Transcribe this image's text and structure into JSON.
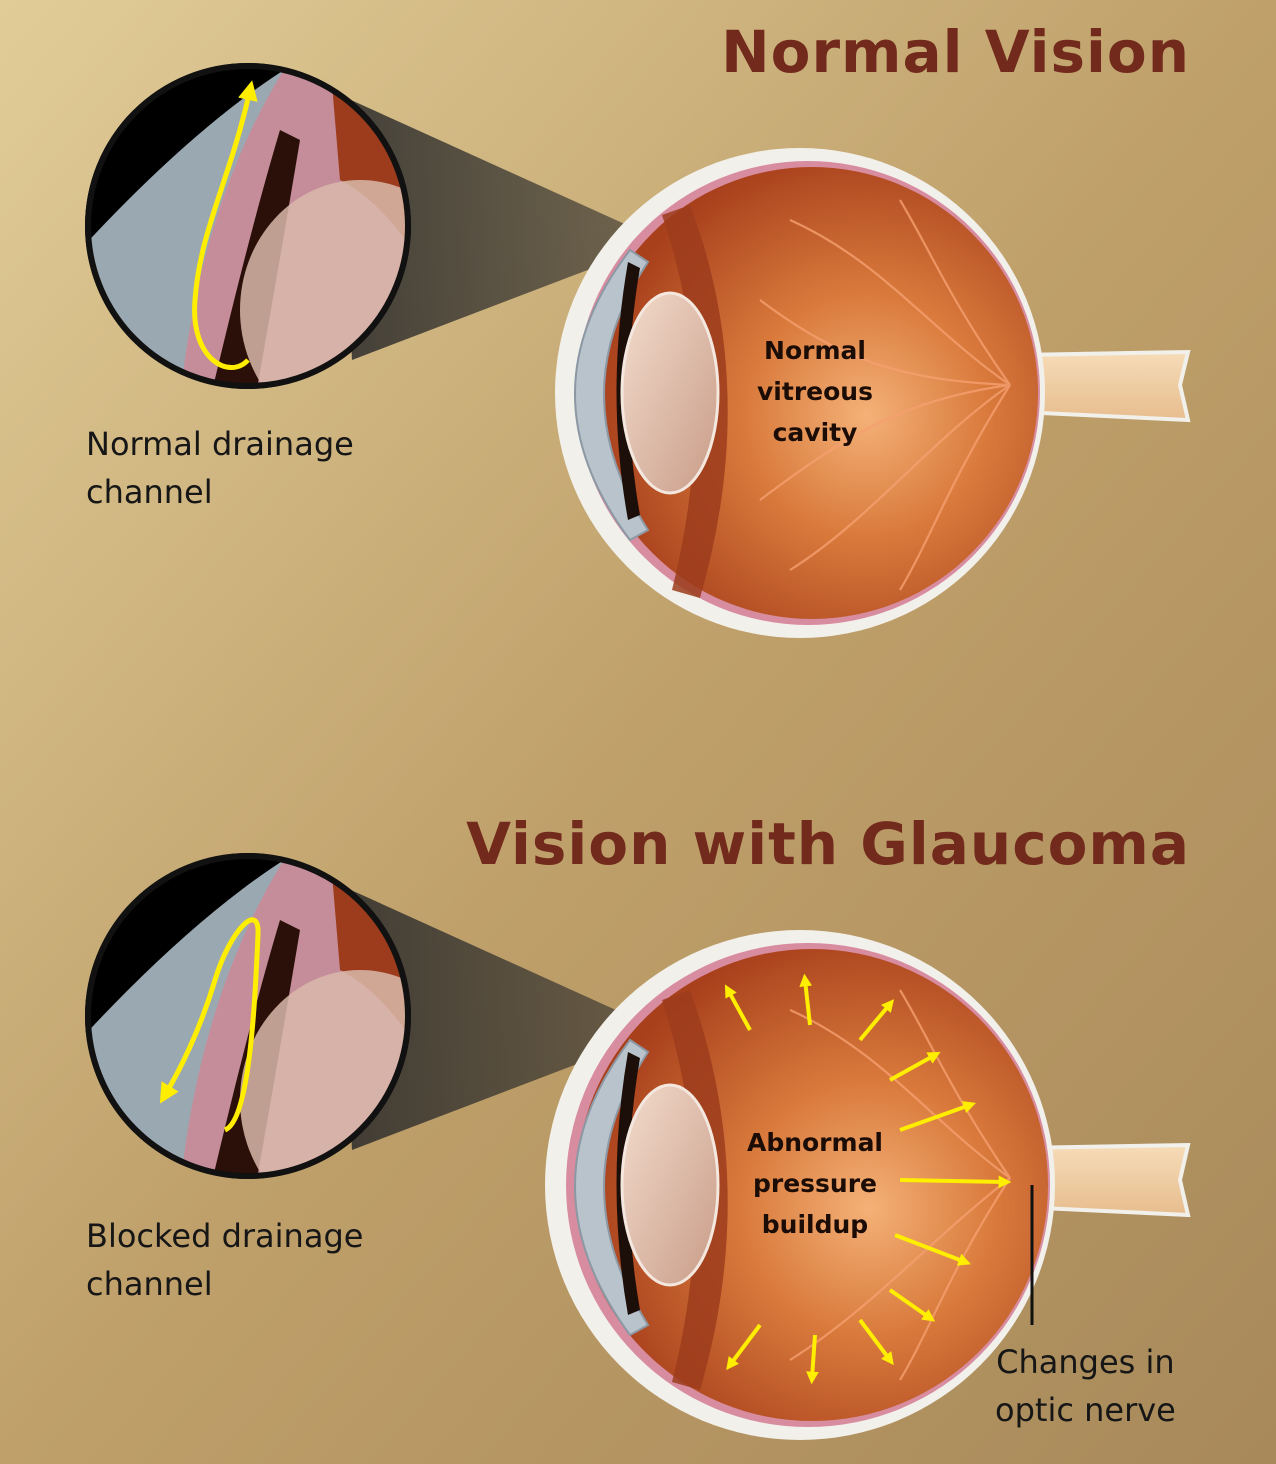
{
  "sections": {
    "normal": {
      "title": "Normal Vision",
      "detail_caption": [
        "Normal drainage",
        "channel"
      ],
      "eye_label": [
        "Normal",
        "vitreous",
        "cavity"
      ]
    },
    "glaucoma": {
      "title": "Vision with Glaucoma",
      "detail_caption": [
        "Blocked drainage",
        "channel"
      ],
      "eye_label": [
        "Abnormal",
        "pressure",
        "buildup"
      ],
      "nerve_callout": [
        "Changes in",
        "optic nerve"
      ]
    }
  },
  "colors": {
    "title": "#722a1c",
    "background": "#c9ac74",
    "eyeball": "#c05a28",
    "flow_arrow": "#ffee00",
    "sclera": "#f2f0eb"
  },
  "icons": [
    "drainage-detail-lens",
    "eyeball-cross-section",
    "optic-nerve",
    "flow-arrow",
    "pressure-arrow"
  ]
}
